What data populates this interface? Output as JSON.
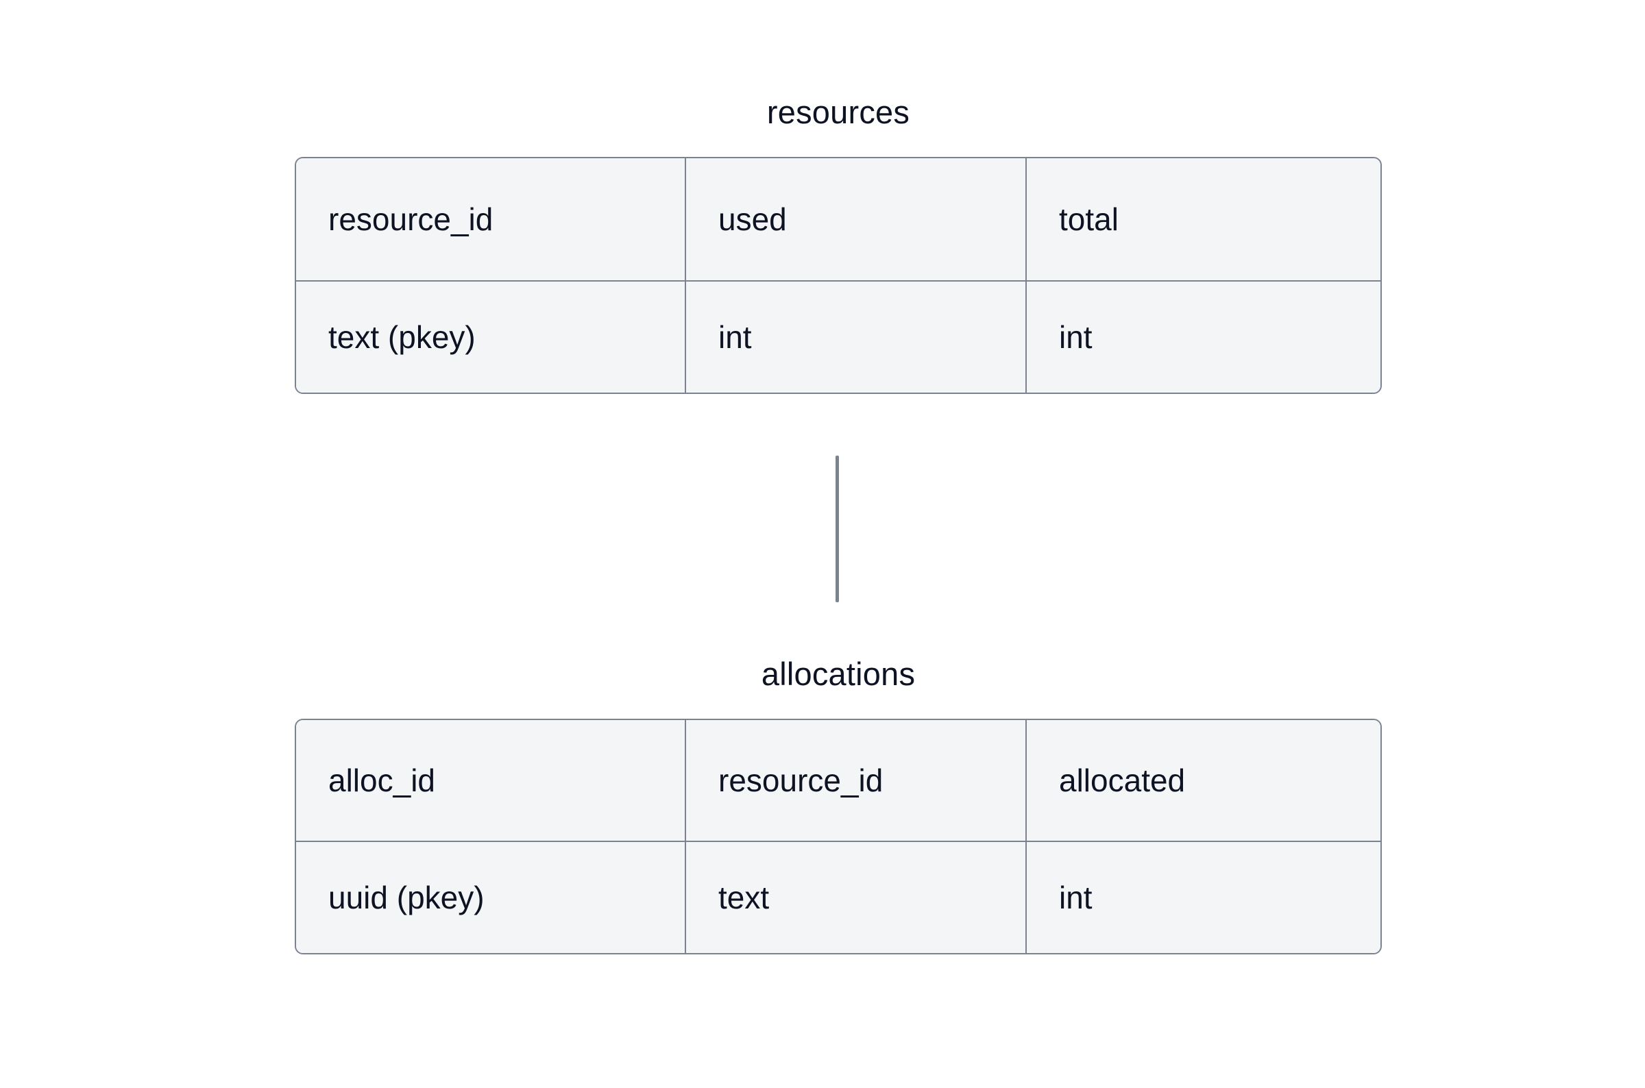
{
  "diagram": {
    "type": "entity-relationship",
    "background_color": "#ffffff",
    "border_color": "#7b8391",
    "cell_fill_color": "#f4f5f7",
    "text_color": "#0d1322",
    "entities": [
      {
        "id": "resources",
        "title": "resources",
        "columns": [
          "resource_id",
          "used",
          "total"
        ],
        "types": [
          "text (pkey)",
          "int",
          "int"
        ]
      },
      {
        "id": "allocations",
        "title": "allocations",
        "columns": [
          "alloc_id",
          "resource_id",
          "allocated"
        ],
        "types": [
          "uuid (pkey)",
          "text",
          "int"
        ]
      }
    ],
    "relationships": [
      {
        "from": "resources",
        "to": "allocations",
        "style": "vertical-line"
      }
    ]
  }
}
